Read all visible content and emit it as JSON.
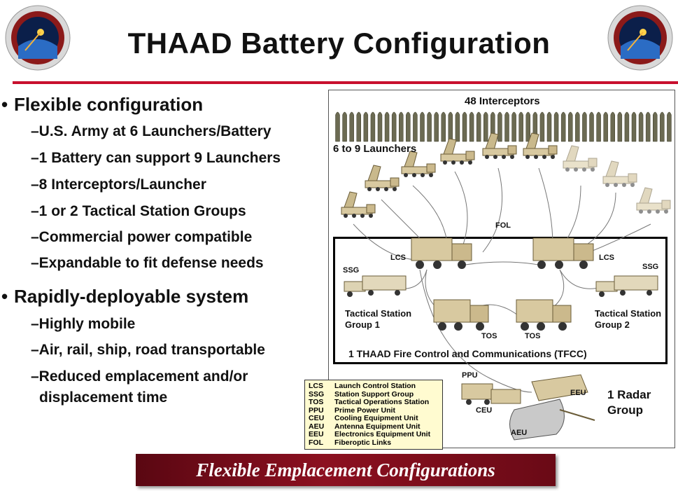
{
  "title": "THAAD Battery Configuration",
  "logos": {
    "left": "missile-defense-agency-seal",
    "right": "missile-defense-agency-seal"
  },
  "bullets": [
    {
      "text": "Flexible configuration",
      "subs": [
        "–U.S. Army at 6 Launchers/Battery",
        "–1 Battery can support 9 Launchers",
        "–8 Interceptors/Launcher",
        "–1 or 2 Tactical Station Groups",
        "–Commercial power compatible",
        "–Expandable to fit defense needs"
      ]
    },
    {
      "text": "Rapidly-deployable system",
      "subs": [
        "–Highly mobile",
        "–Air, rail, ship, road transportable",
        "–Reduced emplacement and/or",
        "displacement time"
      ]
    }
  ],
  "diagram": {
    "interceptors_label": "48 Interceptors",
    "launchers_label": "6 to 9 Launchers",
    "fol": "FOL",
    "lcs_left": "LCS",
    "lcs_right": "LCS",
    "ssg_left": "SSG",
    "ssg_right": "SSG",
    "tsg1": "Tactical Station",
    "tsg1b": "Group 1",
    "tsg2": "Tactical Station",
    "tsg2b": "Group 2",
    "tos_left": "TOS",
    "tos_right": "TOS",
    "tfcc": "1 THAAD  Fire  Control and Communications  (TFCC)",
    "ppu": "PPU",
    "ceu": "CEU",
    "aeu": "AEU",
    "eeu": "EEU",
    "radar1": "1 Radar",
    "radar2": "Group"
  },
  "legend": [
    {
      "abbr": "LCS",
      "desc": "Launch Control Station"
    },
    {
      "abbr": "SSG",
      "desc": "Station Support Group"
    },
    {
      "abbr": "TOS",
      "desc": "Tactical Operations Station"
    },
    {
      "abbr": "PPU",
      "desc": "Prime Power Unit"
    },
    {
      "abbr": "CEU",
      "desc": "Cooling Equipment Unit"
    },
    {
      "abbr": "AEU",
      "desc": "Antenna Equipment Unit"
    },
    {
      "abbr": "EEU",
      "desc": "Electronics Equipment Unit"
    },
    {
      "abbr": "FOL",
      "desc": "Fiberoptic Links"
    }
  ],
  "banner": "Flexible Emplacement Configurations",
  "colors": {
    "accent_rule": "#c8102e",
    "banner": "#8c1020",
    "vehicle": "#d8c9a0",
    "legend_bg": "#fffbd0"
  }
}
